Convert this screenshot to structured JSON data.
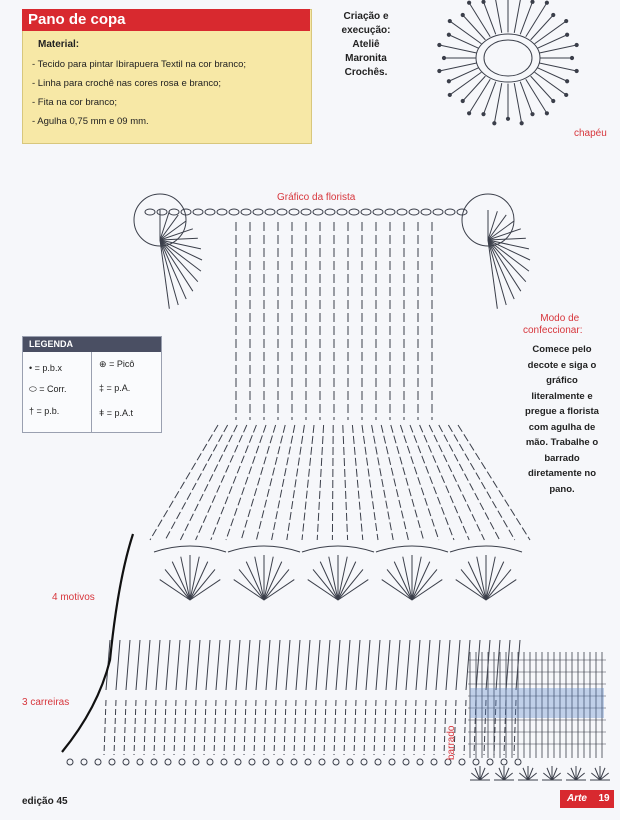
{
  "header": {
    "title": "Pano de copa",
    "material_label": "Material:",
    "materials": [
      "- Tecido para pintar Ibirapuera Textil na cor branco;",
      "- Linha para crochê nas cores rosa e branco;",
      "- Fita na cor branco;",
      "- Agulha 0,75 mm e 09 mm."
    ]
  },
  "credits": [
    "Criação e",
    "execução:",
    "Ateliê",
    "Maronita",
    "Crochês."
  ],
  "labels": {
    "chapeu": "chapéu",
    "grafico": "Gráfico da florista",
    "motivos": "4 motivos",
    "carreiras": "3 carreiras",
    "barrado": "barrado"
  },
  "legend": {
    "title": "LEGENDA",
    "items": [
      {
        "symbol": "•",
        "label": "= p.b.x"
      },
      {
        "symbol": "⬭",
        "label": "= Corr."
      },
      {
        "symbol": "†",
        "label": "= p.b."
      },
      {
        "symbol": "⊕",
        "label": "= Picô"
      },
      {
        "symbol": "‡",
        "label": "= p.A."
      },
      {
        "symbol": "ǂ",
        "label": "= p.A.t"
      }
    ]
  },
  "modo": {
    "title_lines": [
      "Modo de",
      "confeccionar:"
    ],
    "body_lines": [
      "Comece pelo",
      "decote e siga o",
      "gráfico",
      "literalmente e",
      "pregue a florista",
      "com agulha de",
      "mão. Trabalhe o",
      "barrado",
      "diretamente no",
      "pano."
    ]
  },
  "footer": {
    "edition": "edição 45",
    "logo": "Arte",
    "page": "19"
  },
  "colors": {
    "accent_red": "#d8292f",
    "box_yellow": "#f7e8a6",
    "legend_head": "#4a4f63",
    "diagram_ink": "#3b3f4a",
    "barrado_blue": "#5b86c8"
  }
}
